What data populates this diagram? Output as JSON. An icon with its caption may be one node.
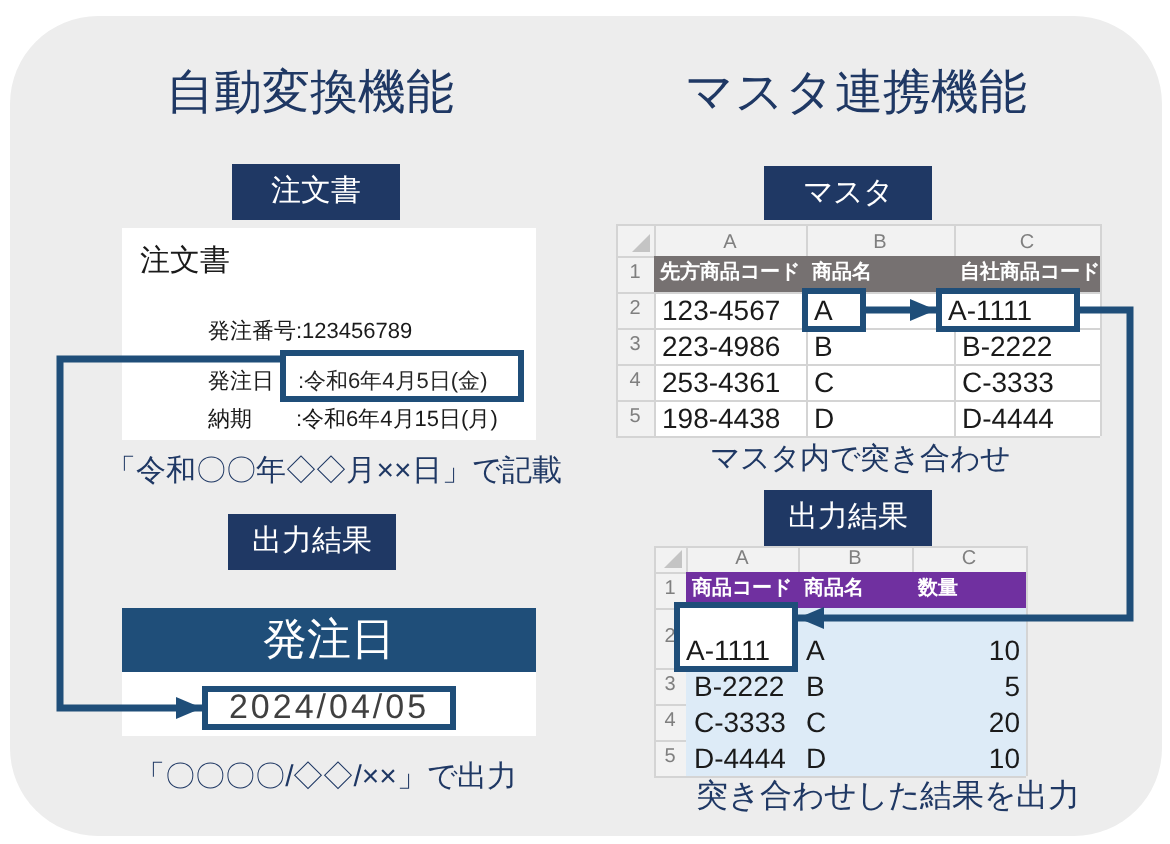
{
  "diagram": {
    "nodes": [
      {
        "text": [
          "注文書"
        ]
      },
      {
        "text": [
          "注文書",
          "発注番号:123456789",
          "発注日",
          "納期　　:令和6年4月15日(月)"
        ],
        "beside": [
          "「令和〇〇年◇◇月××日」で記載"
        ]
      },
      {
        "text": [
          ":令和6年4月5日(金)"
        ],
        "in": 1
      },
      {
        "text": [
          "出力結果"
        ]
      },
      {
        "text": [
          "発注日"
        ],
        "beside": [
          "「〇〇〇〇/◇◇/××」で出力"
        ]
      },
      {
        "text": [
          "2024/04/05"
        ],
        "in": 4
      },
      {
        "text": [
          "マスタ"
        ]
      },
      {
        "text": [
          "A",
          "B",
          "C",
          "1",
          "先方商品コード",
          "商品名",
          "自社商品コード",
          "2",
          "123-4567",
          "3",
          "223-4986",
          "B",
          "B-2222",
          "4",
          "253-4361",
          "C",
          "C-3333",
          "5",
          "198-4438",
          "D",
          "D-4444"
        ],
        "beside": [
          "マスタ内で突き合わせ"
        ]
      },
      {
        "text": [
          "A"
        ],
        "in": 7
      },
      {
        "text": [
          "A-1111"
        ],
        "in": 7
      },
      {
        "text": [
          "出力結果"
        ]
      },
      {
        "text": [
          "A",
          "B",
          "C",
          "1",
          "商品コード",
          "商品名",
          "数量",
          "2",
          "A",
          "10",
          "3",
          "B-2222",
          "B",
          "5",
          "4",
          "C-3333",
          "C",
          "20",
          "5",
          "D-4444",
          "D",
          "10"
        ],
        "beside": [
          "突き合わせした結果を出力"
        ]
      },
      {
        "text": [
          "A-1111"
        ],
        "in": 11
      }
    ],
    "edges": [
      {
        "from": 2,
        "to": 5,
        "arrow": "to"
      },
      {
        "from": 8,
        "to": 9,
        "arrow": "to"
      },
      {
        "from": 9,
        "to": 12,
        "arrow": "to"
      }
    ],
    "labels": [
      "自動変換機能",
      "マスタ連携機能"
    ]
  }
}
